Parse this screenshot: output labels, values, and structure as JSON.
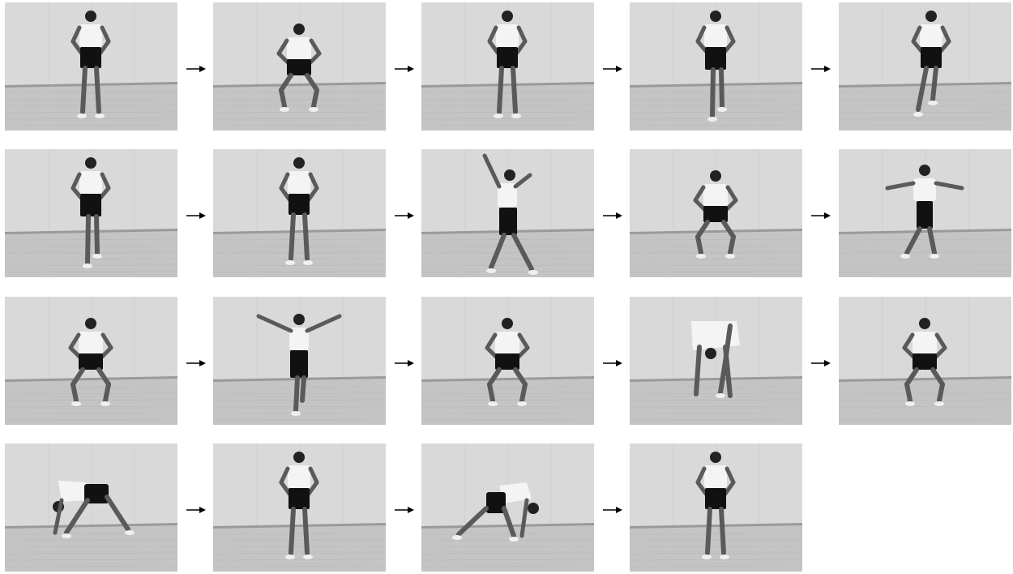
{
  "sequence": {
    "rows": [
      {
        "frames": [
          {
            "pose": "standing-hands-on-hips"
          },
          {
            "pose": "half-squat-hands-on-hips"
          },
          {
            "pose": "standing-hands-on-hips"
          },
          {
            "pose": "knee-lift-step"
          },
          {
            "pose": "forward-step"
          }
        ]
      },
      {
        "frames": [
          {
            "pose": "knee-lift-step"
          },
          {
            "pose": "standing-hands-on-hips"
          },
          {
            "pose": "side-lunge-arms-raised"
          },
          {
            "pose": "half-squat-hands-on-hips"
          },
          {
            "pose": "side-step-arms-extended"
          }
        ]
      },
      {
        "frames": [
          {
            "pose": "half-squat-hands-on-hips"
          },
          {
            "pose": "arms-raised-v-one-leg"
          },
          {
            "pose": "half-squat-hands-on-hips"
          },
          {
            "pose": "forward-bend-hands-to-floor"
          },
          {
            "pose": "half-squat-hands-on-hips"
          }
        ]
      },
      {
        "frames": [
          {
            "pose": "wide-stance-bend-hand-to-floor"
          },
          {
            "pose": "standing-hands-on-hips"
          },
          {
            "pose": "side-stretch-hand-to-floor"
          },
          {
            "pose": "standing-hands-on-hips"
          }
        ]
      }
    ],
    "arrow_icon": "right-arrow-icon",
    "colors": {
      "wall": "#d9d9d9",
      "floor": "#c4c4c4",
      "baseboard": "#9a9a9a",
      "shirt": "#f4f4f4",
      "shorts": "#111111",
      "skin": "#5a5a5a",
      "arrow": "#000000"
    }
  }
}
